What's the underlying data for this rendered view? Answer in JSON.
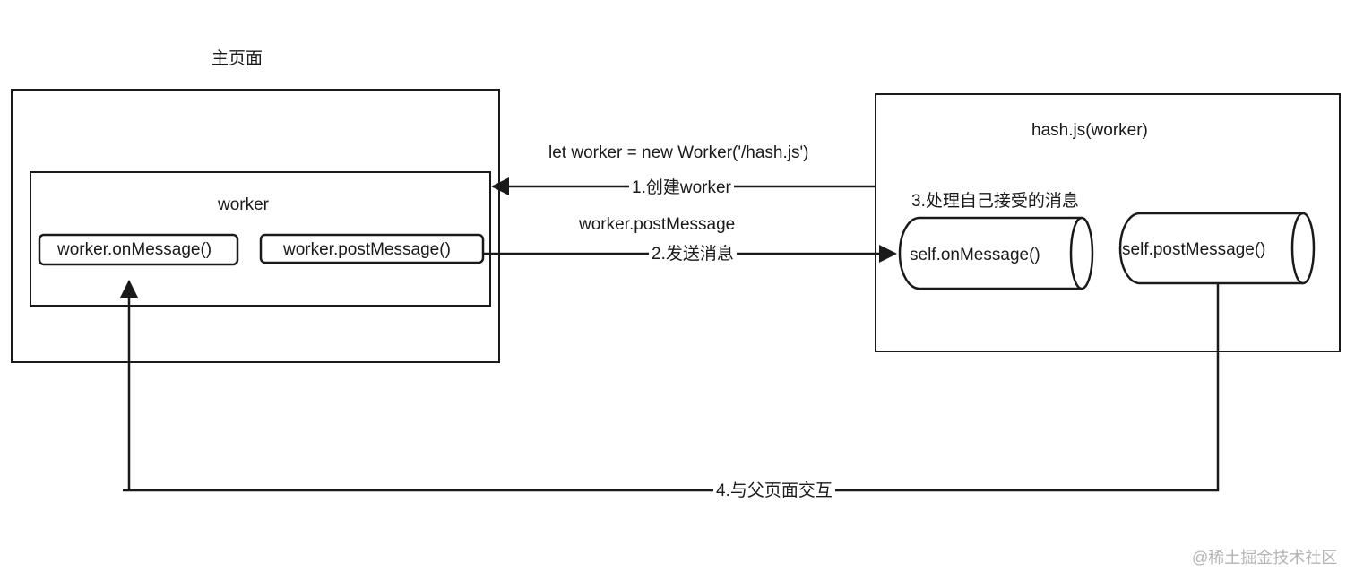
{
  "main_page": {
    "title": "主页面",
    "worker_box_title": "worker",
    "on_message": "worker.onMessage()",
    "post_message": "worker.postMessage()"
  },
  "worker_file": {
    "title": "hash.js(worker)",
    "handle_label": "3.处理自己接受的消息",
    "on_message": "self.onMessage()",
    "post_message": "self.postMessage()"
  },
  "edges": {
    "create_code": "let worker = new Worker('/hash.js')",
    "create_step": "1.创建worker",
    "send_code": "worker.postMessage",
    "send_step": "2.发送消息",
    "interact_step": "4.与父页面交互"
  },
  "watermark": "@稀土掘金技术社区",
  "colors": {
    "stroke": "#1a1a1a",
    "watermark": "#b4b4b4"
  }
}
